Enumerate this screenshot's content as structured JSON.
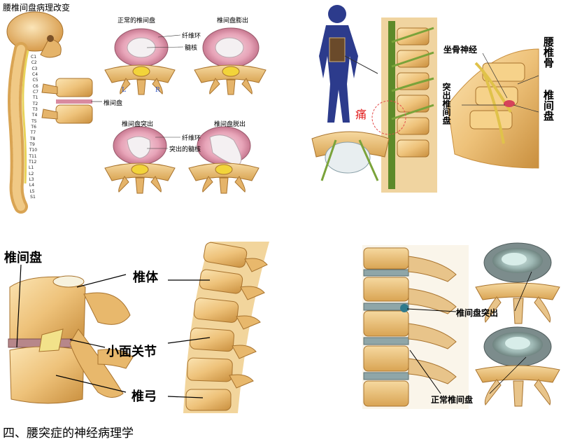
{
  "p1": {
    "title": "腰椎间盘病理改变",
    "normal": "正常的椎间盘",
    "bulge": "椎间盘膨出",
    "protrusion": "椎间盘突出",
    "extrusion": "椎间盘脱出",
    "annulus1": "纤维环",
    "nucleus": "髓核",
    "disc": "椎间盘",
    "annulus2": "纤维环",
    "protruded_nucleus": "突出的髓核",
    "L": "L",
    "R": "R",
    "ticks": [
      "C1",
      "C2",
      "C3",
      "C4",
      "C5",
      "C6",
      "C7",
      "T1",
      "T2",
      "T3",
      "T4",
      "T5",
      "T6",
      "T7",
      "T8",
      "T9",
      "T10",
      "T11",
      "T12",
      "L1",
      "L2",
      "L3",
      "L4",
      "L5",
      "S1"
    ]
  },
  "p2": {
    "pain": "痛",
    "sciatic": "坐骨神经",
    "lumbar": "腰椎骨",
    "protruding_disc": "突出椎间盘",
    "disc": "椎间盘"
  },
  "p3": {
    "disc": "椎间盘",
    "body": "椎体",
    "facet": "小面关节",
    "arch": "椎弓"
  },
  "p4": {
    "herniation": "椎间盘突出",
    "normal": "正常椎间盘"
  },
  "caption": "四、腰突症的神经病理学"
}
